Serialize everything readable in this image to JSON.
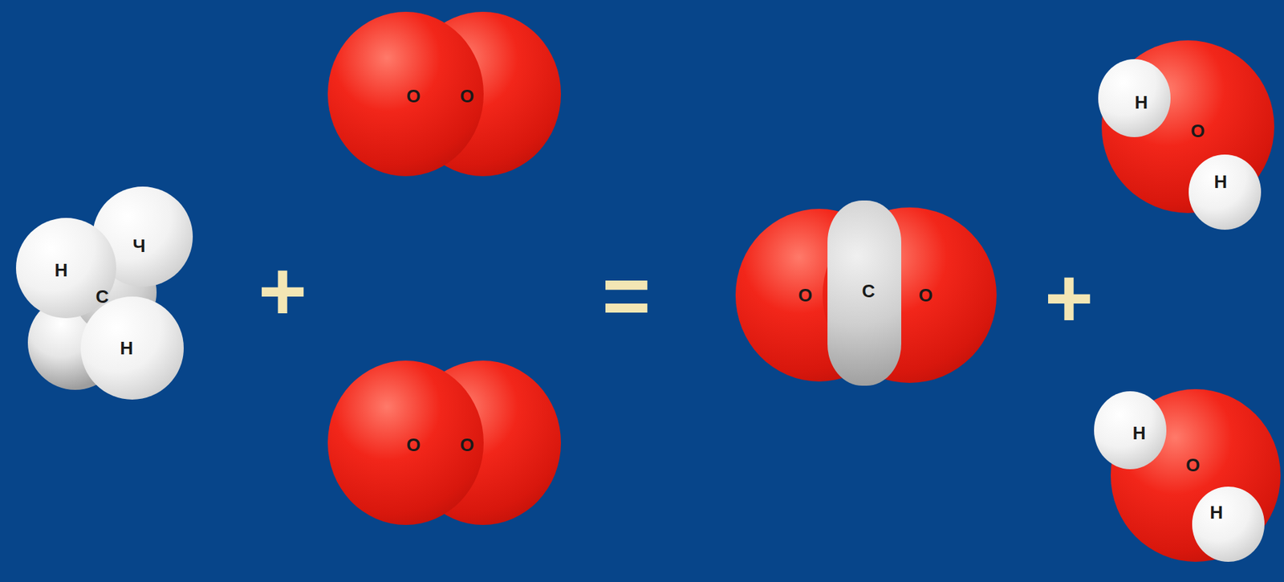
{
  "diagram": {
    "nodes": [
      {
        "text": [
          "H"
        ]
      },
      {
        "text": [
          "Ч"
        ]
      },
      {
        "text": [
          "C"
        ]
      },
      {
        "text": [
          "H"
        ]
      },
      {
        "text": [
          "O"
        ]
      },
      {
        "text": [
          "O"
        ]
      },
      {
        "text": [
          "O"
        ]
      },
      {
        "text": [
          "O"
        ]
      },
      {
        "text": [
          "O"
        ]
      },
      {
        "text": [
          "C"
        ]
      },
      {
        "text": [
          "O"
        ]
      },
      {
        "text": [
          "H"
        ]
      },
      {
        "text": [
          "O"
        ]
      },
      {
        "text": [
          "H"
        ]
      },
      {
        "text": [
          "H"
        ]
      },
      {
        "text": [
          "O"
        ]
      },
      {
        "text": [
          "H"
        ]
      }
    ],
    "labels": [
      "+",
      "=",
      "+"
    ]
  }
}
